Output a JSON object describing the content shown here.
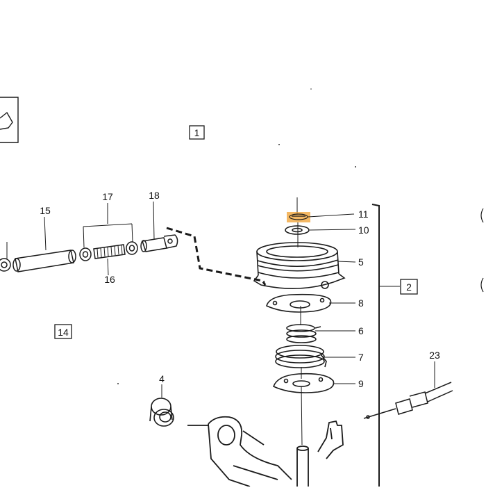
{
  "diagram": {
    "colors": {
      "ink": "#1a1a1a",
      "highlight": "#f0a030",
      "background": "#ffffff"
    },
    "callouts": {
      "c1": "1",
      "c2": "2",
      "c14": "14",
      "c15": "15",
      "c16": "16",
      "c17": "17",
      "c18": "18",
      "c11": "11",
      "c10": "10",
      "c5": "5",
      "c8": "8",
      "c6": "6",
      "c7": "7",
      "c9": "9",
      "c4": "4",
      "c23": "23"
    },
    "highlighted_part": "11"
  }
}
